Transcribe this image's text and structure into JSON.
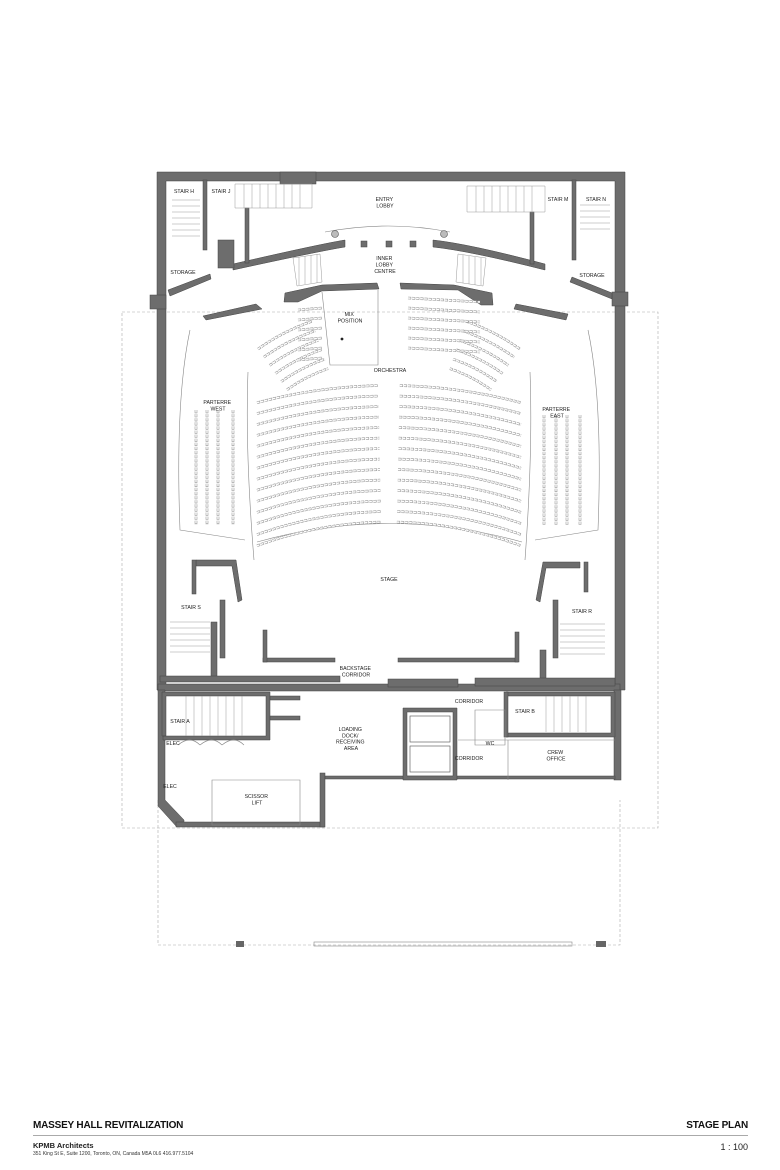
{
  "plan": {
    "rooms": {
      "stair_h": "STAIR H",
      "stair_j": "STAIR J",
      "entry_lobby": [
        "ENTRY",
        "LOBBY"
      ],
      "stair_m": "STAIR M",
      "stair_n": "STAIR N",
      "storage_west": "STORAGE",
      "storage_east": "STORAGE",
      "inner_lobby": [
        "INNER",
        "LOBBY",
        "CENTRE"
      ],
      "mix_position": [
        "MIX",
        "POSITION"
      ],
      "orchestra": "ORCHESTRA",
      "parterre_west": [
        "PARTERRE",
        "WEST"
      ],
      "parterre_east": [
        "PARTERRE",
        "EAST"
      ],
      "stage": "STAGE",
      "stair_s": "STAIR S",
      "stair_r": "STAIR R",
      "backstage_corridor": [
        "BACKSTAGE",
        "CORRIDOR"
      ],
      "stair_a": "STAIR A",
      "corridor_north": "CORRIDOR",
      "stair_b": "STAIR B",
      "loading_dock": [
        "LOADING",
        "DOCK/",
        "RECEIVING",
        "AREA"
      ],
      "wc": "WC",
      "corridor_south": "CORRIDOR",
      "crew_office": [
        "CREW",
        "OFFICE"
      ],
      "elec_north": "ELEC",
      "elec_south": "ELEC",
      "scissor_lift": [
        "SCISSOR",
        "LIFT"
      ]
    }
  },
  "title_block": {
    "project": "MASSEY HALL REVITALIZATION",
    "sheet": "STAGE PLAN",
    "firm": "KPMB Architects",
    "address": "351 King St E, Suite 1200, Toronto, ON, Canada M5A 0L6  416.977.5104",
    "scale": "1 : 100"
  }
}
